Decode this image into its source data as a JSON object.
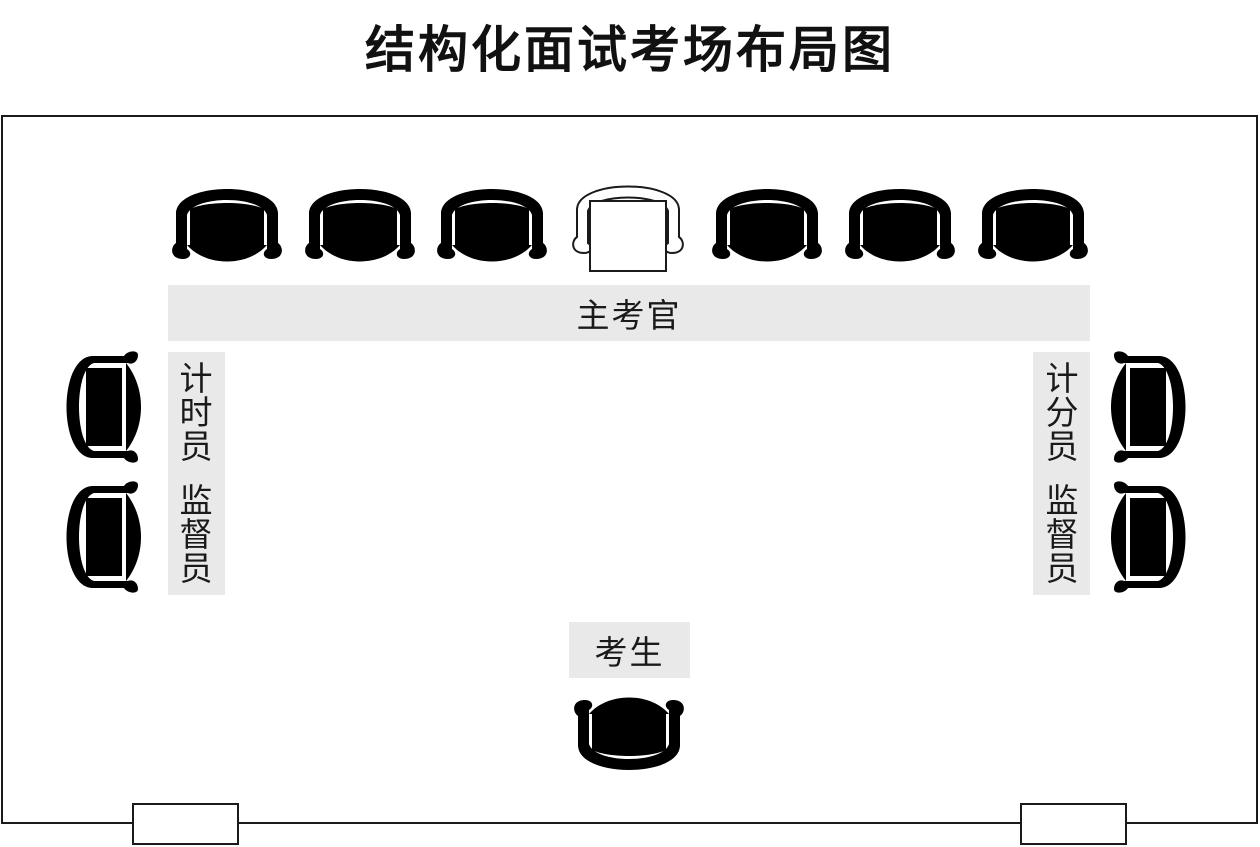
{
  "title": "结构化面试考场布局图",
  "labels": {
    "chief_examiner": "主考官",
    "timekeeper": "计时员",
    "scorer": "计分员",
    "supervisor_left": "监督员",
    "supervisor_right": "监督员",
    "candidate": "考生"
  },
  "examiner_seats": [
    "seat-1",
    "seat-2",
    "seat-3",
    "seat-4",
    "seat-5",
    "seat-6",
    "seat-7"
  ]
}
